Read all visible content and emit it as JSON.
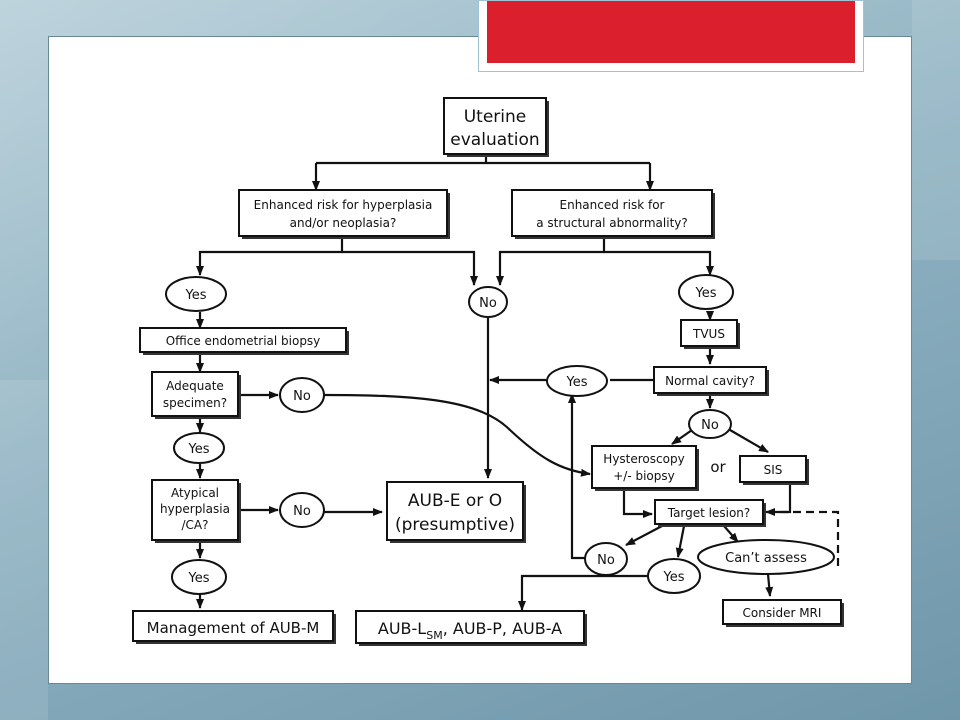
{
  "diagram": {
    "uterine_evaluation": [
      "Uterine",
      "evaluation"
    ],
    "risk_hyperplasia": [
      "Enhanced risk for hyperplasia",
      "and/or neoplasia?"
    ],
    "risk_structural": [
      "Enhanced risk for",
      "a structural abnormality?"
    ],
    "yes_left": "Yes",
    "no_center": "No",
    "yes_right": "Yes",
    "office_biopsy": "Office endometrial biopsy",
    "tvus": "TVUS",
    "adequate_specimen": [
      "Adequate",
      "specimen?"
    ],
    "no_specimen": "No",
    "yes_specimen": "Yes",
    "normal_cavity": "Normal cavity?",
    "yes_cavity": "Yes",
    "no_cavity": "No",
    "hysteroscopy": [
      "Hysteroscopy",
      "+/- biopsy"
    ],
    "or_label": "or",
    "sis": "SIS",
    "atypical": [
      "Atypical",
      "hyperplasia",
      "/CA?"
    ],
    "no_atypical": "No",
    "aub_eo": [
      "AUB-E or O",
      "(presumptive)"
    ],
    "target_lesion": "Target lesion?",
    "no_target": "No",
    "cant_assess": "Can’t assess",
    "yes_target": "Yes",
    "yes_atypical": "Yes",
    "consider_mri": "Consider MRI",
    "management_aubm": "Management of AUB-M",
    "aub_result": {
      "part1": "AUB-L",
      "subscript": "SM",
      "part2": ", AUB-P, AUB-A"
    }
  }
}
